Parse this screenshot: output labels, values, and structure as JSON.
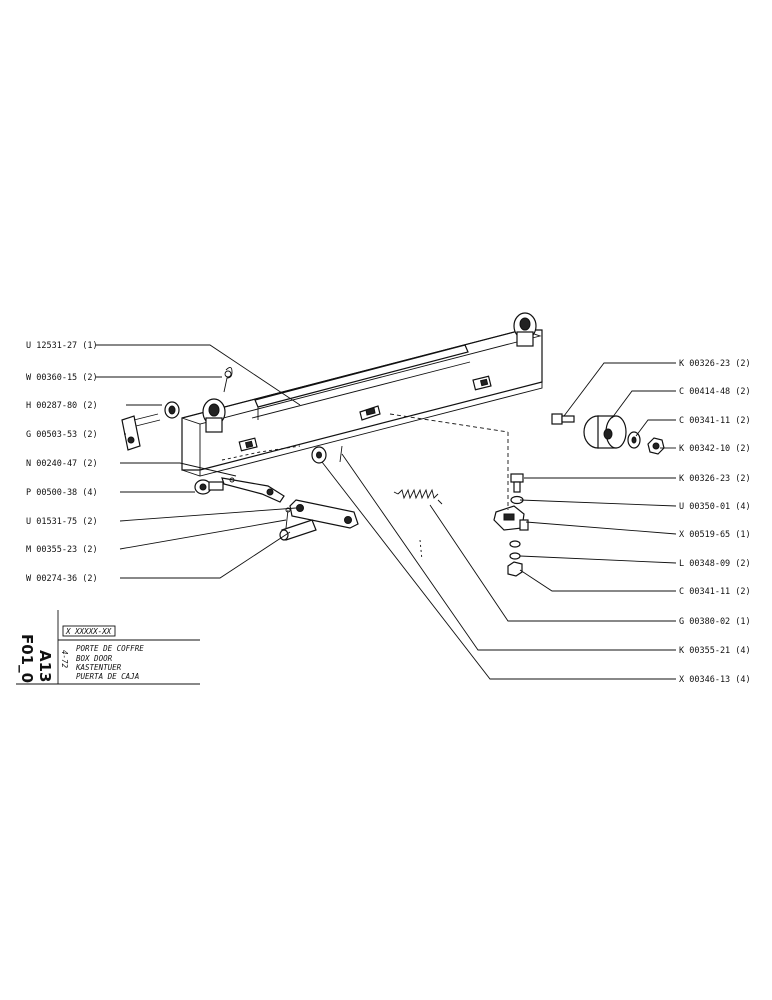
{
  "labels_left": [
    {
      "id": "l1",
      "text": "U 12531-27 (1)"
    },
    {
      "id": "l2",
      "text": "W 00360-15 (2)"
    },
    {
      "id": "l3",
      "text": "H 00287-80 (2)"
    },
    {
      "id": "l4",
      "text": "G 00503-53 (2)"
    },
    {
      "id": "l5",
      "text": "N 00240-47 (2)"
    },
    {
      "id": "l6",
      "text": "P 00500-38 (4)"
    },
    {
      "id": "l7",
      "text": "U 01531-75 (2)"
    },
    {
      "id": "l8",
      "text": "M 00355-23 (2)"
    },
    {
      "id": "l9",
      "text": "W 00274-36 (2)"
    }
  ],
  "labels_right": [
    {
      "id": "r1",
      "text": "K 00326-23 (2)"
    },
    {
      "id": "r2",
      "text": "C 00414-48 (2)"
    },
    {
      "id": "r3",
      "text": "C 00341-11 (2)"
    },
    {
      "id": "r4",
      "text": "K 00342-10 (2)"
    },
    {
      "id": "r5",
      "text": "K 00326-23 (2)"
    },
    {
      "id": "r6",
      "text": "U 00350-01 (4)"
    },
    {
      "id": "r7",
      "text": "X 00519-65 (1)"
    },
    {
      "id": "r8",
      "text": "L 00348-09 (2)"
    },
    {
      "id": "r9",
      "text": "C 00341-11 (2)"
    },
    {
      "id": "r10",
      "text": "G 00380-02 (1)"
    },
    {
      "id": "r11",
      "text": "K 00355-21 (4)"
    },
    {
      "id": "r12",
      "text": "X 00346-13 (4)"
    }
  ],
  "title_block": {
    "code_part1": "A13",
    "code_part2": "F01_0",
    "small_code": "X XXXXX-XX",
    "date": "4-72",
    "titles": [
      "PORTE DE COFFRE",
      "BOX DOOR",
      "KASTENTUER",
      "PUERTA DE CAJA"
    ]
  }
}
